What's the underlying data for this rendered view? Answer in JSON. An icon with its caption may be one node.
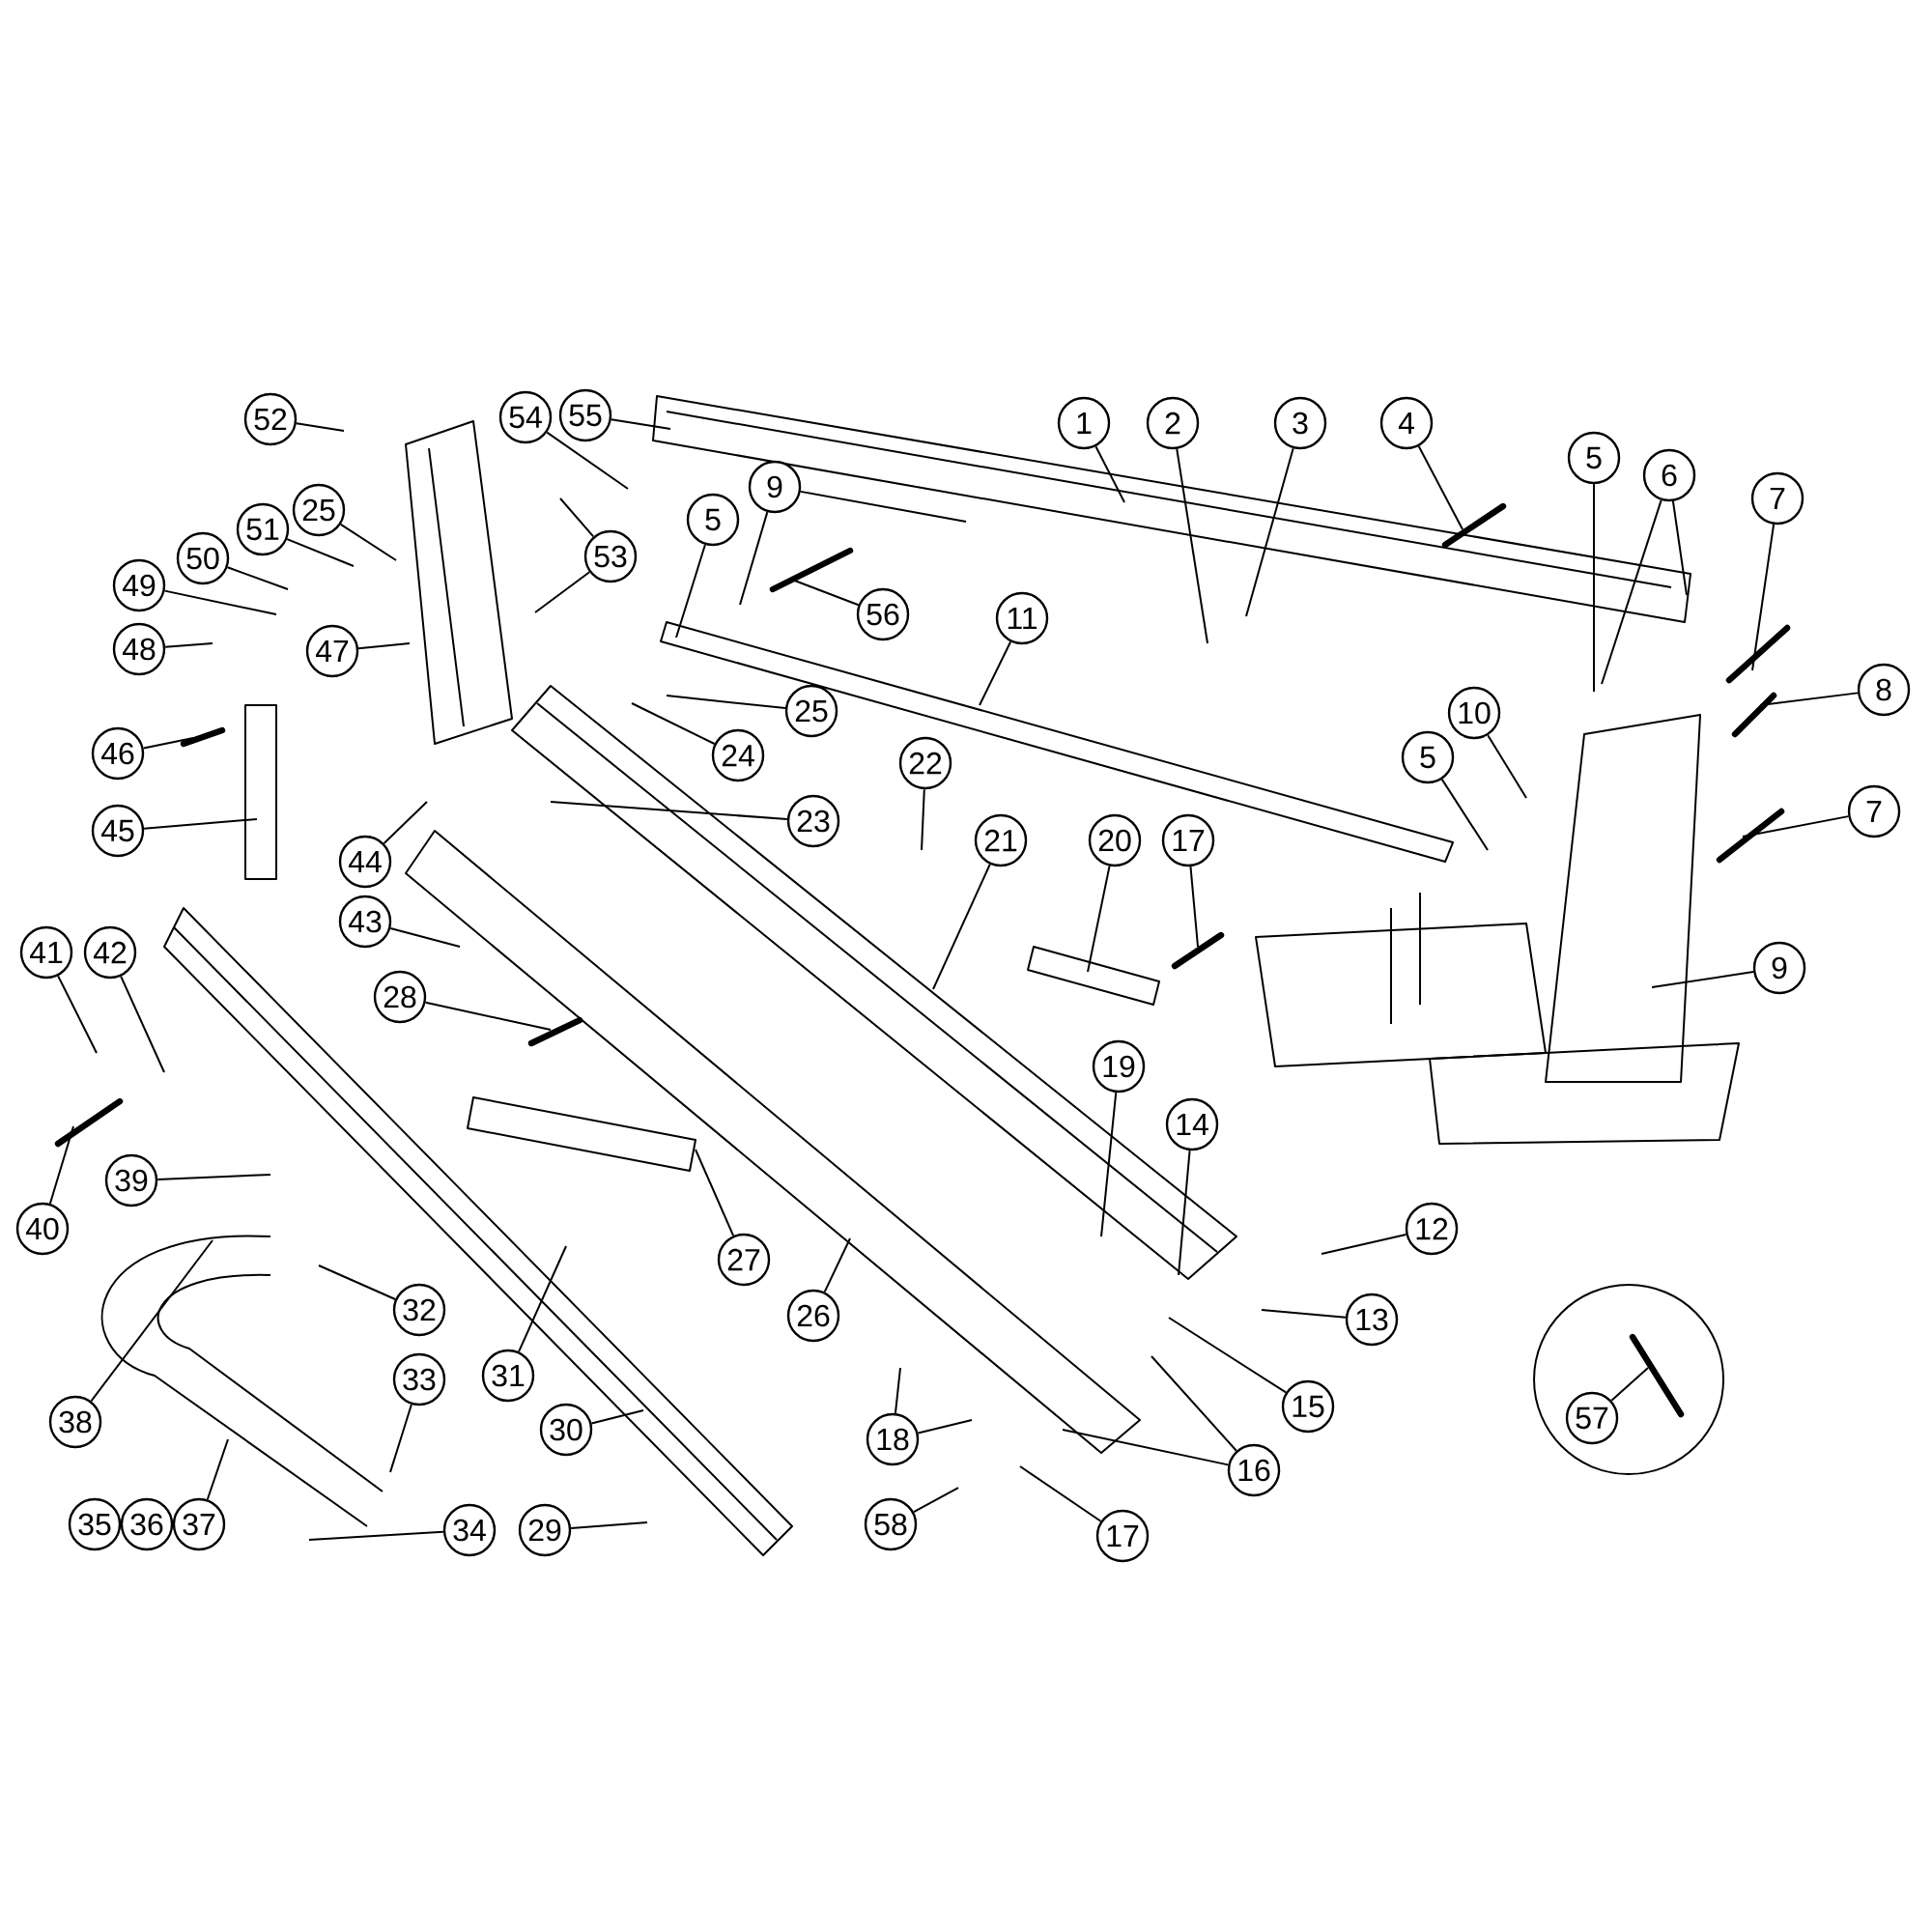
{
  "diagram": {
    "nodes": [
      {
        "text": [
          "52"
        ]
      },
      {
        "text": [
          "54"
        ]
      },
      {
        "text": [
          "55"
        ]
      },
      {
        "text": [
          "1"
        ]
      },
      {
        "text": [
          "2"
        ]
      },
      {
        "text": [
          "3"
        ]
      },
      {
        "text": [
          "4"
        ]
      },
      {
        "text": [
          "25"
        ]
      },
      {
        "text": [
          "53"
        ]
      },
      {
        "text": [
          "9"
        ]
      },
      {
        "text": [
          "5"
        ]
      },
      {
        "text": [
          "5"
        ]
      },
      {
        "text": [
          "6"
        ]
      },
      {
        "text": [
          "7"
        ]
      },
      {
        "text": [
          "51"
        ]
      },
      {
        "text": [
          "50"
        ]
      },
      {
        "text": [
          "56"
        ]
      },
      {
        "text": [
          "11"
        ]
      },
      {
        "text": [
          "49"
        ]
      },
      {
        "text": [
          "48"
        ]
      },
      {
        "text": [
          "47"
        ]
      },
      {
        "text": [
          "8"
        ]
      },
      {
        "text": [
          "10"
        ]
      },
      {
        "text": [
          "25"
        ]
      },
      {
        "text": [
          "46"
        ]
      },
      {
        "text": [
          "24"
        ]
      },
      {
        "text": [
          "5"
        ]
      },
      {
        "text": [
          "22"
        ]
      },
      {
        "text": [
          "23"
        ]
      },
      {
        "text": [
          "7"
        ]
      },
      {
        "text": [
          "45"
        ]
      },
      {
        "text": [
          "21"
        ]
      },
      {
        "text": [
          "20"
        ]
      },
      {
        "text": [
          "17"
        ]
      },
      {
        "text": [
          "44"
        ]
      },
      {
        "text": [
          "43"
        ]
      },
      {
        "text": [
          "41"
        ]
      },
      {
        "text": [
          "42"
        ]
      },
      {
        "text": [
          "9"
        ]
      },
      {
        "text": [
          "28"
        ]
      },
      {
        "text": [
          "19"
        ]
      },
      {
        "text": [
          "14"
        ]
      },
      {
        "text": [
          "39"
        ]
      },
      {
        "text": [
          "12"
        ]
      },
      {
        "text": [
          "40"
        ]
      },
      {
        "text": [
          "27"
        ]
      },
      {
        "text": [
          "26"
        ]
      },
      {
        "text": [
          "32"
        ]
      },
      {
        "text": [
          "13"
        ]
      },
      {
        "text": [
          "31"
        ]
      },
      {
        "text": [
          "33"
        ]
      },
      {
        "text": [
          "15"
        ]
      },
      {
        "text": [
          "38"
        ]
      },
      {
        "text": [
          "30"
        ]
      },
      {
        "text": [
          "16"
        ]
      },
      {
        "text": [
          "18"
        ]
      },
      {
        "text": [
          "35"
        ]
      },
      {
        "text": [
          "36"
        ]
      },
      {
        "text": [
          "37"
        ]
      },
      {
        "text": [
          "34"
        ]
      },
      {
        "text": [
          "29"
        ]
      },
      {
        "text": [
          "58"
        ]
      },
      {
        "text": [
          "17"
        ]
      },
      {
        "text": [],
        "shape": "circle"
      },
      {
        "text": [
          "57"
        ],
        "in": 63
      }
    ],
    "edges": [
      {
        "from": 0,
        "to": null,
        "arrow": "none"
      },
      {
        "from": 1,
        "to": null,
        "arrow": "none"
      },
      {
        "from": 2,
        "to": null,
        "arrow": "none"
      },
      {
        "from": 3,
        "to": null,
        "arrow": "none"
      },
      {
        "from": 4,
        "to": null,
        "arrow": "none"
      },
      {
        "from": 5,
        "to": null,
        "arrow": "none"
      },
      {
        "from": 6,
        "to": null,
        "arrow": "none"
      },
      {
        "from": 7,
        "to": null,
        "arrow": "none"
      },
      {
        "from": 8,
        "to": null,
        "arrow": "none"
      },
      {
        "from": 8,
        "to": null,
        "arrow": "none"
      },
      {
        "from": 9,
        "to": null,
        "arrow": "none"
      },
      {
        "from": 9,
        "to": null,
        "arrow": "none"
      },
      {
        "from": 10,
        "to": null,
        "arrow": "none"
      },
      {
        "from": 11,
        "to": null,
        "arrow": "none"
      },
      {
        "from": 12,
        "to": null,
        "arrow": "none"
      },
      {
        "from": 12,
        "to": null,
        "arrow": "none"
      },
      {
        "from": 13,
        "to": null,
        "arrow": "none"
      },
      {
        "from": 14,
        "to": null,
        "arrow": "none"
      },
      {
        "from": 15,
        "to": null,
        "arrow": "none"
      },
      {
        "from": 16,
        "to": null,
        "arrow": "none"
      },
      {
        "from": 17,
        "to": null,
        "arrow": "none"
      },
      {
        "from": 18,
        "to": null,
        "arrow": "none"
      },
      {
        "from": 19,
        "to": null,
        "arrow": "none"
      },
      {
        "from": 20,
        "to": null,
        "arrow": "none"
      },
      {
        "from": 21,
        "to": null,
        "arrow": "none"
      },
      {
        "from": 22,
        "to": null,
        "arrow": "none"
      },
      {
        "from": 23,
        "to": null,
        "arrow": "none"
      },
      {
        "from": 24,
        "to": null,
        "arrow": "none"
      },
      {
        "from": 25,
        "to": null,
        "arrow": "none"
      },
      {
        "from": 26,
        "to": null,
        "arrow": "none"
      },
      {
        "from": 27,
        "to": null,
        "arrow": "none"
      },
      {
        "from": 28,
        "to": null,
        "arrow": "none"
      },
      {
        "from": 29,
        "to": null,
        "arrow": "none"
      },
      {
        "from": 30,
        "to": null,
        "arrow": "none"
      },
      {
        "from": 31,
        "to": null,
        "arrow": "none"
      },
      {
        "from": 32,
        "to": null,
        "arrow": "none"
      },
      {
        "from": 33,
        "to": null,
        "arrow": "none"
      },
      {
        "from": 34,
        "to": null,
        "arrow": "none"
      },
      {
        "from": 35,
        "to": null,
        "arrow": "none"
      },
      {
        "from": 36,
        "to": null,
        "arrow": "none"
      },
      {
        "from": 37,
        "to": null,
        "arrow": "none"
      },
      {
        "from": 38,
        "to": null,
        "arrow": "none"
      },
      {
        "from": 39,
        "to": null,
        "arrow": "none"
      },
      {
        "from": 40,
        "to": null,
        "arrow": "none"
      },
      {
        "from": 41,
        "to": null,
        "arrow": "none"
      },
      {
        "from": 42,
        "to": null,
        "arrow": "none"
      },
      {
        "from": 43,
        "to": null,
        "arrow": "none"
      },
      {
        "from": 44,
        "to": null,
        "arrow": "none"
      },
      {
        "from": 45,
        "to": null,
        "arrow": "none"
      },
      {
        "from": 46,
        "to": null,
        "arrow": "none"
      },
      {
        "from": 47,
        "to": null,
        "arrow": "none"
      },
      {
        "from": 48,
        "to": null,
        "arrow": "none"
      },
      {
        "from": 49,
        "to": null,
        "arrow": "none"
      },
      {
        "from": 50,
        "to": null,
        "arrow": "none"
      },
      {
        "from": 51,
        "to": null,
        "arrow": "none"
      },
      {
        "from": 52,
        "to": null,
        "arrow": "none"
      },
      {
        "from": 53,
        "to": null,
        "arrow": "none"
      },
      {
        "from": 54,
        "to": null,
        "arrow": "none"
      },
      {
        "from": 54,
        "to": null,
        "arrow": "none"
      },
      {
        "from": 55,
        "to": null,
        "arrow": "none"
      },
      {
        "from": 55,
        "to": null,
        "arrow": "none"
      },
      {
        "from": 58,
        "to": null,
        "arrow": "none"
      },
      {
        "from": 59,
        "to": null,
        "arrow": "none"
      },
      {
        "from": 60,
        "to": null,
        "arrow": "none"
      },
      {
        "from": 61,
        "to": null,
        "arrow": "none"
      },
      {
        "from": 62,
        "to": null,
        "arrow": "none"
      },
      {
        "from": 64,
        "to": null,
        "arrow": "none"
      }
    ]
  }
}
